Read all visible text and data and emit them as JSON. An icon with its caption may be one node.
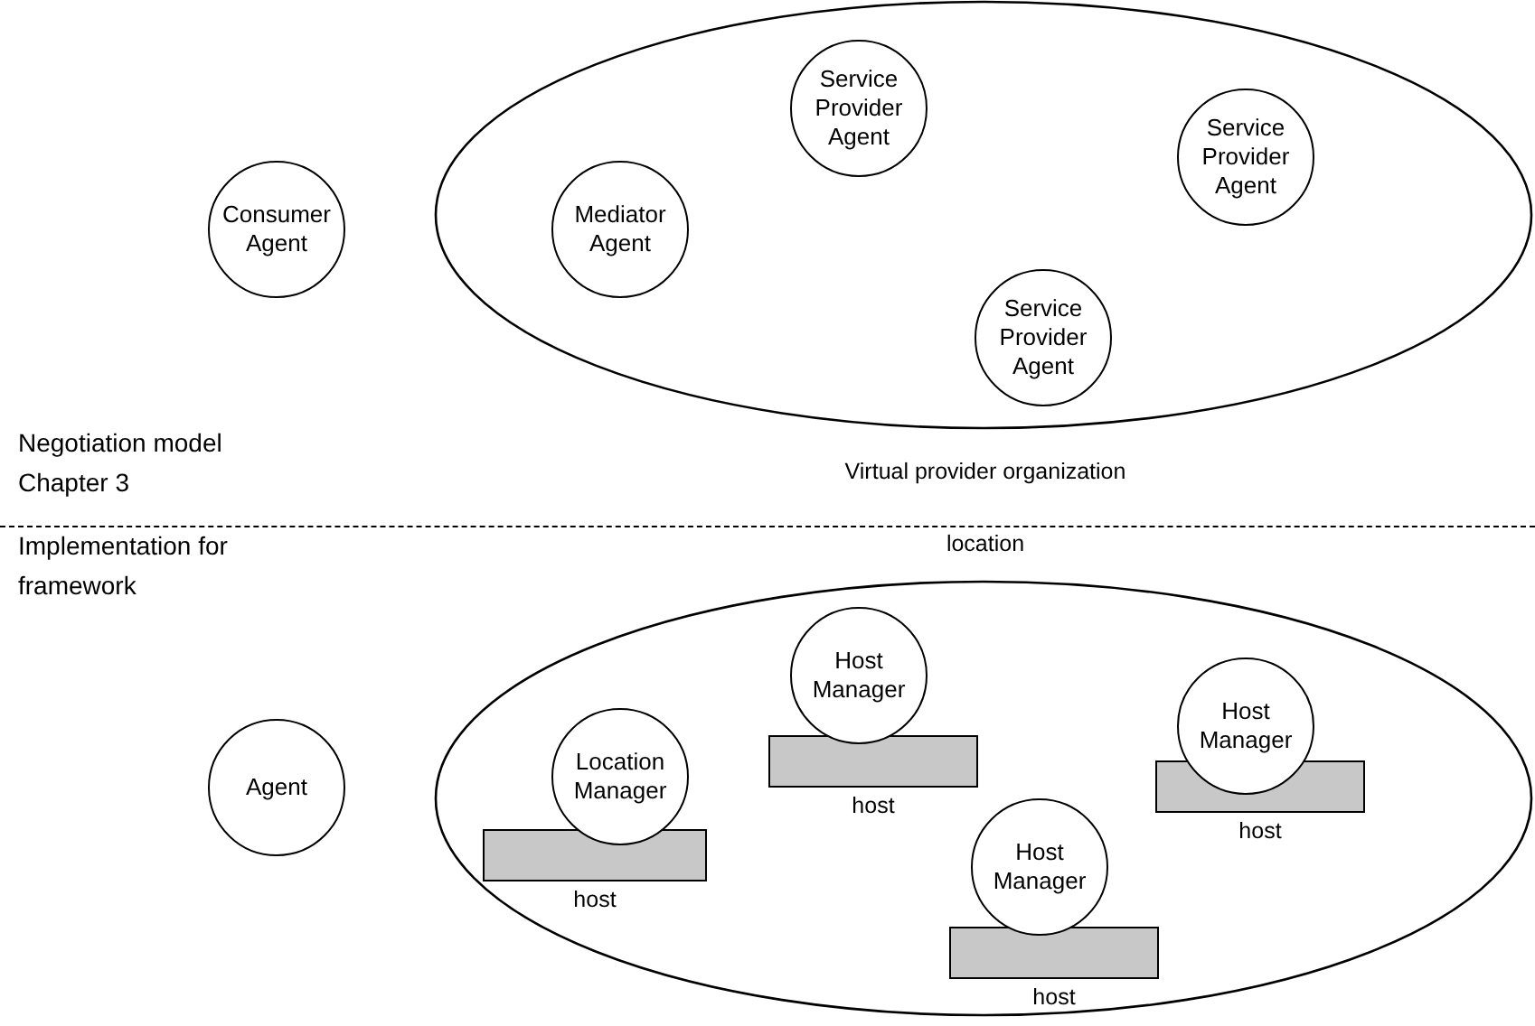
{
  "diagram": {
    "nodes": [
      {
        "text": [
          "Consumer Agent"
        ]
      },
      {
        "text": [
          "Virtual provider organization"
        ]
      },
      {
        "text": [
          "Mediator Agent"
        ],
        "in": 1
      },
      {
        "text": [
          "Service Provider Agent"
        ],
        "in": 1
      },
      {
        "text": [
          "Service Provider Agent"
        ],
        "in": 1
      },
      {
        "text": [
          "Service Provider Agent"
        ],
        "in": 1
      },
      {
        "text": [
          "Agent"
        ]
      },
      {
        "text": [
          "location"
        ]
      },
      {
        "text": [
          "Location Manager"
        ],
        "in": 7
      },
      {
        "text": [
          "host"
        ],
        "in": 7
      },
      {
        "text": [
          "Host Manager"
        ],
        "in": 7
      },
      {
        "text": [
          "host"
        ],
        "in": 7
      },
      {
        "text": [
          "Host Manager"
        ],
        "in": 7
      },
      {
        "text": [
          "host"
        ],
        "in": 7
      },
      {
        "text": [
          "Host Manager"
        ],
        "in": 7
      },
      {
        "text": [
          "host"
        ],
        "in": 7
      }
    ],
    "labels": [
      "Negotiation model Chapter 3",
      "Implementation for framework"
    ]
  }
}
